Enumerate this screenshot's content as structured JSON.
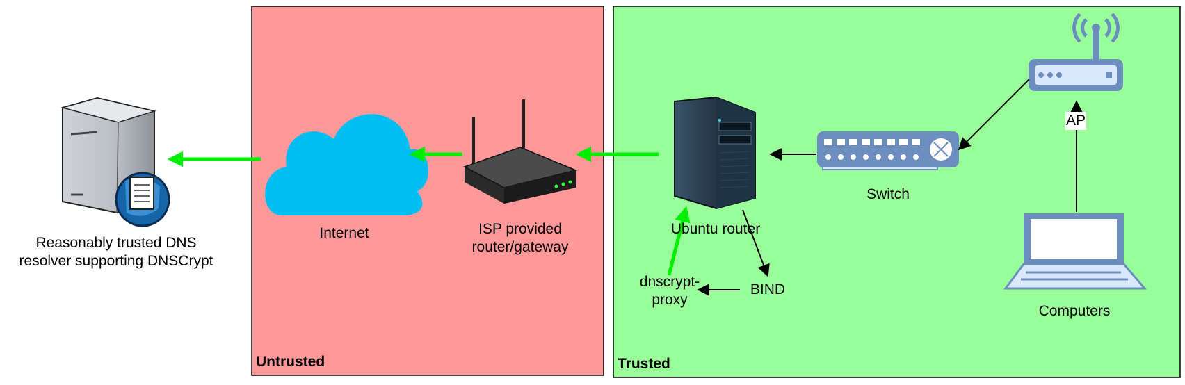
{
  "zones": {
    "untrusted": {
      "title": "Untrusted",
      "fill": "#ff9999"
    },
    "trusted": {
      "title": "Trusted",
      "fill": "#99ff99"
    }
  },
  "nodes": {
    "dns_resolver": {
      "label_line1": "Reasonably trusted DNS",
      "label_line2": "resolver supporting DNSCrypt",
      "icon": "dns-server-icon"
    },
    "internet": {
      "label": "Internet",
      "icon": "cloud-icon",
      "color": "#00bef2"
    },
    "isp_router": {
      "label_line1": "ISP provided",
      "label_line2": "router/gateway",
      "icon": "wireless-router-icon"
    },
    "ubuntu_router": {
      "label": "Ubuntu router",
      "icon": "tower-server-icon"
    },
    "dnscrypt_proxy": {
      "label_line1": "dnscrypt-",
      "label_line2": "proxy"
    },
    "bind": {
      "label": "BIND"
    },
    "switch": {
      "label": "Switch",
      "icon": "network-switch-icon"
    },
    "ap": {
      "label": "AP",
      "icon": "wireless-access-point-icon"
    },
    "computers": {
      "label": "Computers",
      "icon": "laptop-icon"
    }
  },
  "colors": {
    "encrypted_flow": "#00ee00",
    "plain_flow": "#000000",
    "device_stroke": "#6c8ebf",
    "device_fill": "#dae8fc"
  }
}
